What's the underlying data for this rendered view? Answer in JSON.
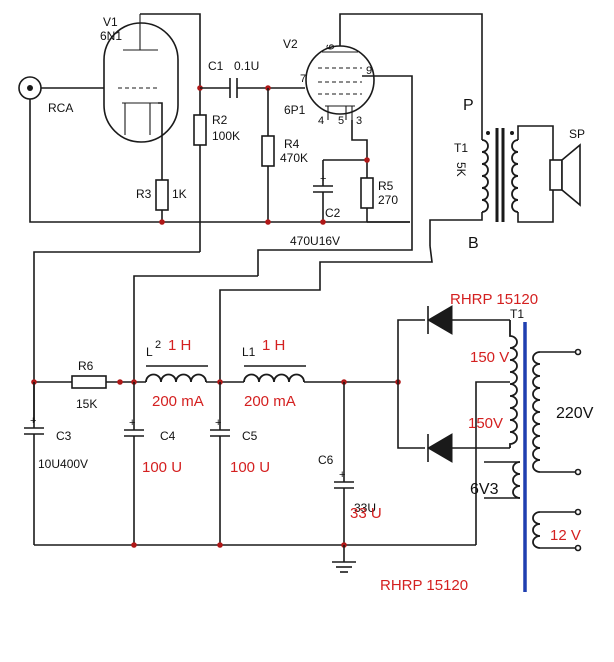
{
  "labels": {
    "v1": "V1",
    "v1_type": "6N1",
    "v2": "V2",
    "v2_type": "6P1",
    "rca": "RCA",
    "c1": "C1",
    "c1_val": "0.1U",
    "r2": "R2",
    "r2_val": "100K",
    "r3": "R3",
    "r3_val": "1K",
    "r4": "R4",
    "r4_val": "470K",
    "r5": "R5",
    "r5_val": "270",
    "c2": "C2",
    "c2_val": "470U16V",
    "pin7": "7",
    "pin9": "9",
    "pin6": "6",
    "pin4": "4",
    "pin5": "5",
    "pin3": "3",
    "p": "P",
    "b": "B",
    "t1_out": "T1",
    "t1_out_val": "5K",
    "sp": "SP",
    "r6": "R6",
    "r6_val": "15K",
    "c3": "C3",
    "c3_val": "10U400V",
    "c4": "C4",
    "c5": "C5",
    "c6": "C6",
    "c6_val": "33U",
    "l2_prefix": "L",
    "l2_sub": "2",
    "l1": "L1",
    "t1_pwr": "T1"
  },
  "annotations": {
    "diode_top": "RHRP 15120",
    "diode_bottom": "RHRP 15120",
    "l2_val": "1 H",
    "l1_val": "1 H",
    "l2_current": "200 mA",
    "l1_current": "200 mA",
    "c4_val": "100 U",
    "c5_val": "100 U",
    "c6_val": "33 U",
    "sec_top": "150 V",
    "sec_bottom": "150V",
    "heater": "6V3",
    "primary": "220V",
    "aux": "12 V"
  },
  "colors": {
    "annotation": "#d42020",
    "wire": "#1a1a1a",
    "junction": "#b01818",
    "core_blue": "#1f3fb0"
  }
}
